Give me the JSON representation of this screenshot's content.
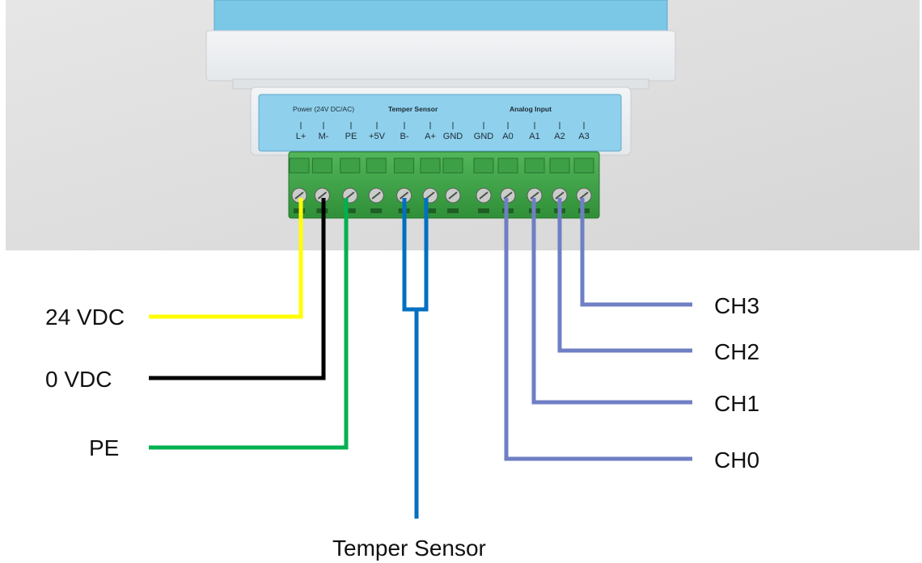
{
  "device": {
    "group_power": "Power (24V DC/AC)",
    "group_temper": "Temper Sensor",
    "group_analog": "Analog Input",
    "terminals": [
      "L+",
      "M-",
      "PE",
      "+5V",
      "B-",
      "A+",
      "GND",
      "GND",
      "A0",
      "A1",
      "A2",
      "A3"
    ]
  },
  "wires": [
    {
      "label": "24 VDC",
      "color": "#ffff00",
      "terminal": "L+"
    },
    {
      "label": "0 VDC",
      "color": "#000000",
      "terminal": "M-"
    },
    {
      "label": "PE",
      "color": "#00b050",
      "terminal": "PE"
    },
    {
      "label": "Temper Sensor",
      "color": "#0070c0",
      "terminal": "B- / A+"
    },
    {
      "label": "CH0",
      "color": "#6f7fc4",
      "terminal": "A0"
    },
    {
      "label": "CH1",
      "color": "#6f7fc4",
      "terminal": "A1"
    },
    {
      "label": "CH2",
      "color": "#6f7fc4",
      "terminal": "A2"
    },
    {
      "label": "CH3",
      "color": "#6f7fc4",
      "terminal": "A3"
    }
  ]
}
